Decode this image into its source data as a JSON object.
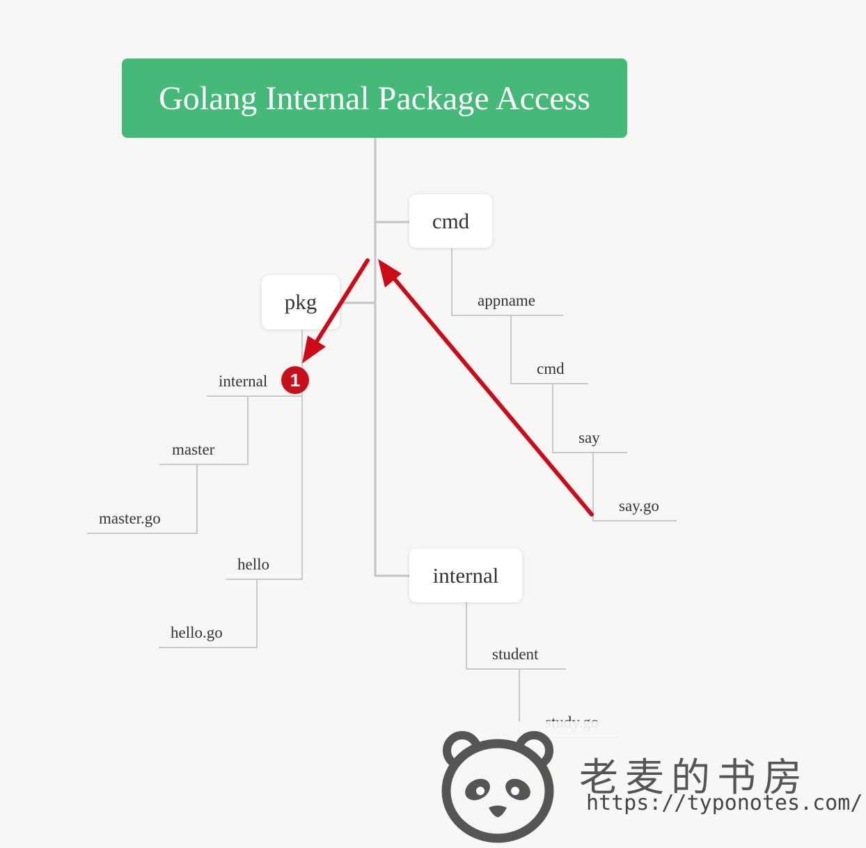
{
  "title": "Golang Internal Package Access",
  "nodes": {
    "cmd": "cmd",
    "cmd_appname": "appname",
    "cmd_appname_cmd": "cmd",
    "cmd_say": "say",
    "cmd_say_go": "say.go",
    "pkg": "pkg",
    "pkg_internal": "internal",
    "pkg_master": "master",
    "pkg_master_go": "master.go",
    "pkg_hello": "hello",
    "pkg_hello_go": "hello.go",
    "internal": "internal",
    "internal_student": "student",
    "internal_study_go": "study.go"
  },
  "badge": "1",
  "watermark": {
    "title": "老麦的书房",
    "url": "https://typonotes.com/"
  },
  "colors": {
    "root": "#45b978",
    "arrow": "#cc0a18",
    "line": "#c2c2c2"
  }
}
